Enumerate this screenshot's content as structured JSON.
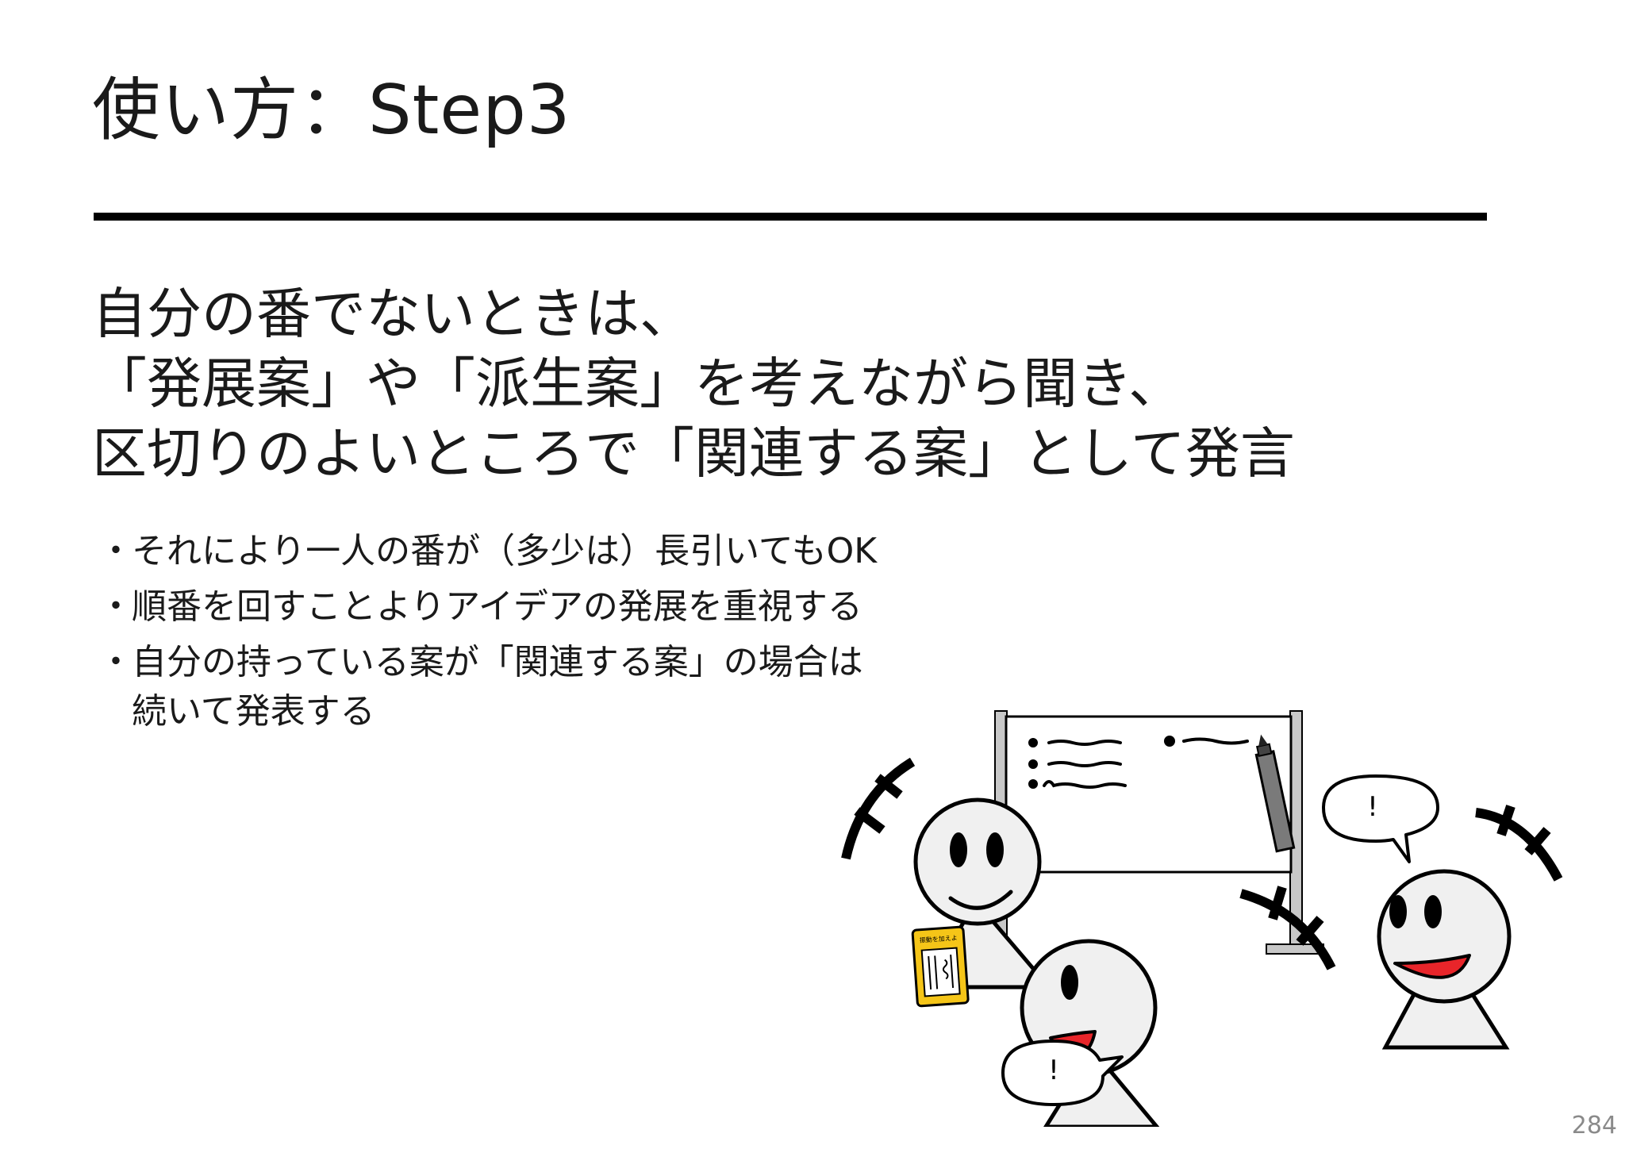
{
  "slide": {
    "title": "使い方：Step3",
    "lead_lines": [
      "自分の番でないときは、",
      "「発展案」や「派生案」を考えながら聞き、",
      "区切りのよいところで「関連する案」として発言"
    ],
    "bullet_marker": "・",
    "bullets": [
      {
        "lines": [
          "それにより一人の番が（多少は）長引いてもOK"
        ]
      },
      {
        "lines": [
          "順番を回すことよりアイデアの発展を重視する"
        ]
      },
      {
        "lines": [
          "自分の持っている案が「関連する案」の場合は",
          "続いて発表する"
        ]
      }
    ],
    "page_number": "284"
  },
  "illustration": {
    "speech_bubble_1": "!",
    "speech_bubble_2": "!",
    "card_label": "振動を加えよ",
    "colors": {
      "card": "#f5c518",
      "mouth": "#e8252a",
      "face": "#f0f0f0",
      "outline": "#000000",
      "whiteboard_frame": "#c8c8c8",
      "marker": "#7a7a7a"
    }
  }
}
